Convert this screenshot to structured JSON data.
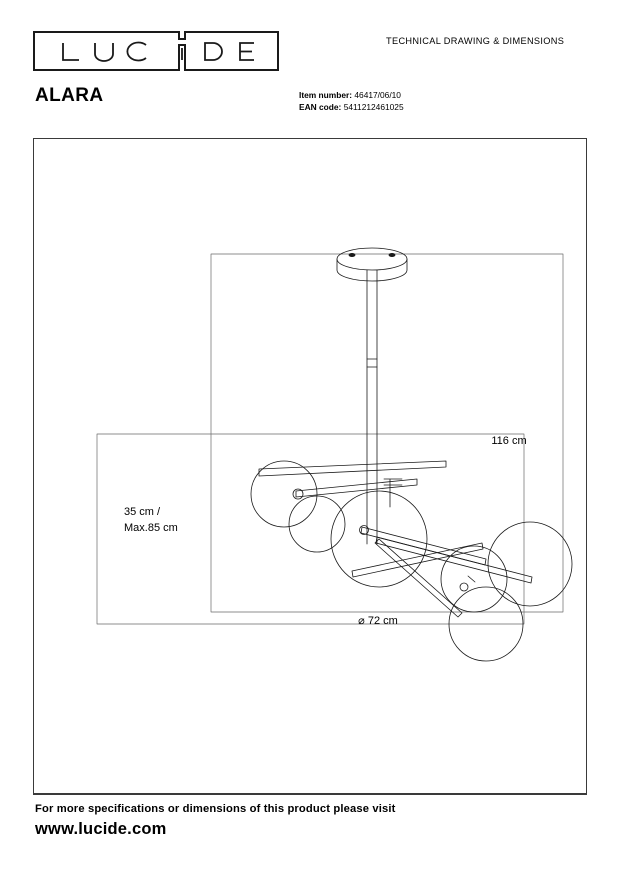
{
  "header": {
    "logo_text": "LUCIDE",
    "logo_letters": [
      "L",
      "U",
      "C",
      "i",
      "D",
      "E"
    ],
    "title": "TECHNICAL DRAWING & DIMENSIONS"
  },
  "product": {
    "name": "ALARA",
    "item_number_label": "Item number:",
    "item_number_value": "46417/06/10",
    "ean_label": "EAN code:",
    "ean_value": "5411212461025"
  },
  "drawing": {
    "height_dimension": "116 cm",
    "drop_dimension_line1": "35 cm /",
    "drop_dimension_line2": "Max.85 cm",
    "diameter_dimension": "⌀ 72 cm",
    "product_type": "6-globe ceiling pendant light",
    "globe_count": 6,
    "line_color": "#1a1a1a",
    "dimension_line_color": "#555555"
  },
  "footer": {
    "line1": "For more specifications or dimensions of this product please visit",
    "line2": "www.lucide.com"
  },
  "colors": {
    "border": "#3a3a3a",
    "text": "#000000",
    "background": "#ffffff"
  }
}
